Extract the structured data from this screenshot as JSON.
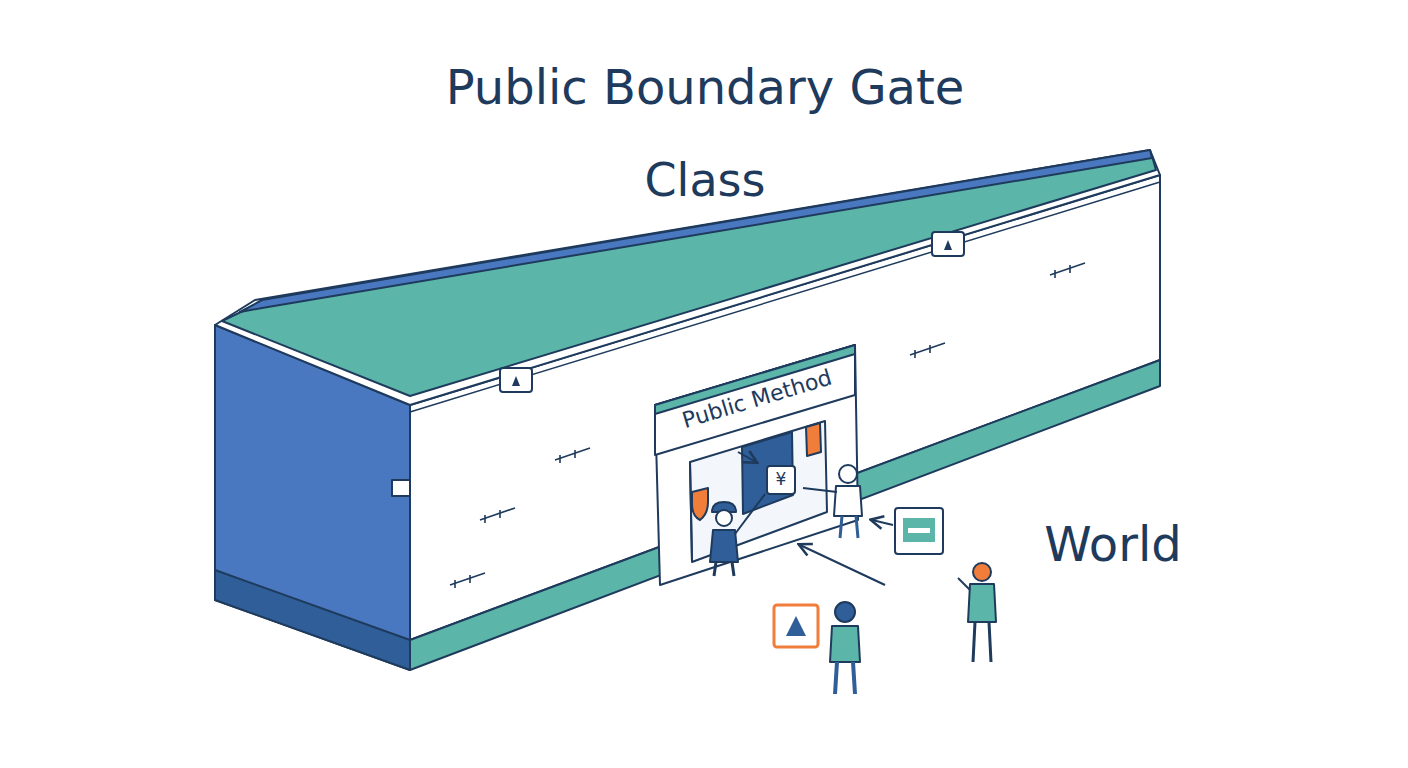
{
  "diagram": {
    "title": "Public Boundary Gate",
    "nodes": [
      {
        "text": [
          "Class"
        ]
      },
      {
        "text": [
          "Public Method"
        ],
        "in": 0
      }
    ],
    "labels": [
      "World",
      "¥"
    ]
  }
}
